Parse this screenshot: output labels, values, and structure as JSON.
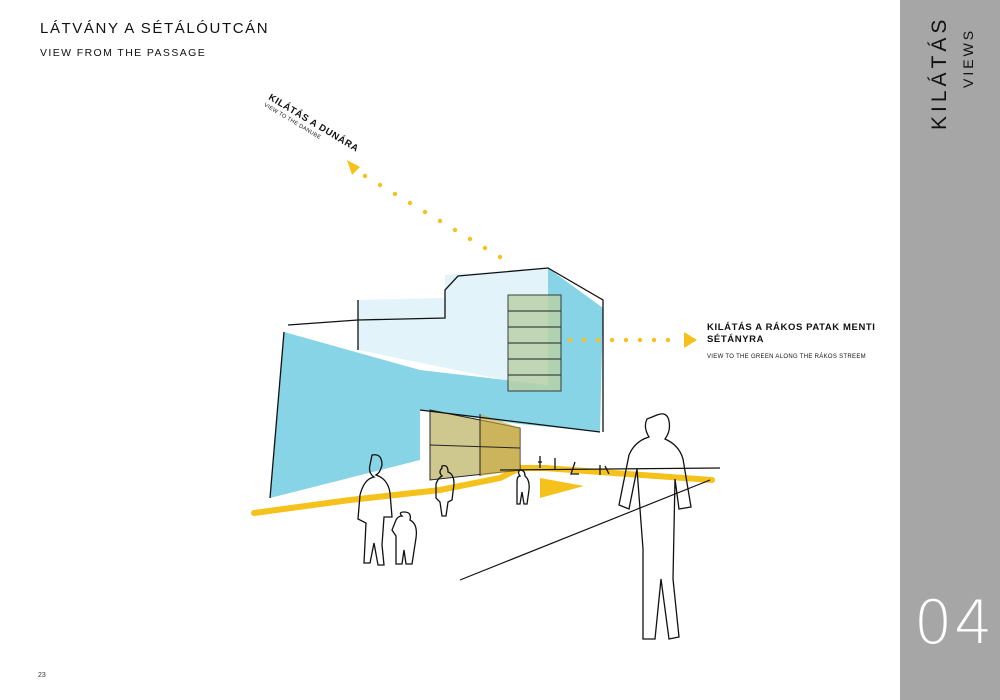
{
  "header": {
    "title": "LÁTVÁNY A SÉTÁLÓUTCÁN",
    "subtitle": "VIEW FROM THE PASSAGE"
  },
  "sidebar": {
    "title": "KILÁTÁS",
    "subtitle": "VIEWS",
    "section_number": "04"
  },
  "annotations": {
    "danube": {
      "label": "KILÁTÁS A DUNÁRA",
      "caption": "VIEW TO THE DANUBE"
    },
    "stream": {
      "label_line1": "KILÁTÁS A RÁKOS PATAK MENTI",
      "label_line2": "SÉTÁNYRA",
      "caption": "VIEW  TO THE GREEN ALONG THE RÁKOS STREEM"
    }
  },
  "footer": {
    "page_number": "23"
  },
  "colors": {
    "sidebar_bg": "#a6a6a6",
    "facade_blue": "#86d4e6",
    "facade_light_blue": "#e2f4fa",
    "path_yellow": "#f5c21b",
    "glass_green": "#b9d2a8"
  }
}
